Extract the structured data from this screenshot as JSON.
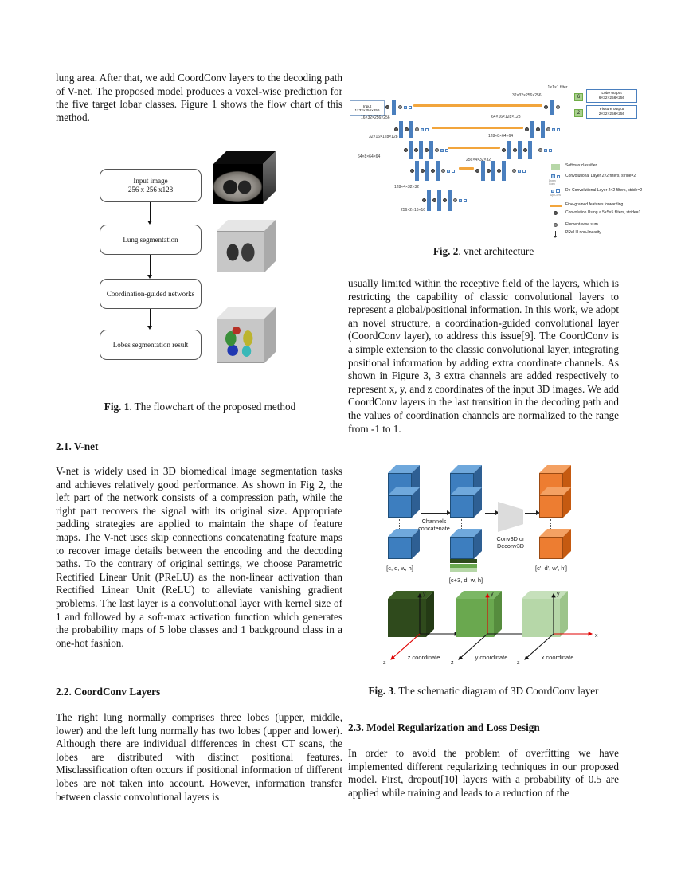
{
  "colors": {
    "figure_bar_blue": "#4a7fbe",
    "skip_connection_orange": "#f2a53c",
    "softmax_green": "#b7d7a8",
    "cube_blue": "#3d7ebf",
    "cube_orange": "#ed7d31",
    "coord_green_dark": "#2f4a1c",
    "coord_green_mid": "#6aa84f",
    "coord_green_light": "#b6d7a8",
    "axis_red": "#e00000"
  },
  "left": {
    "intro": "lung area. After that, we add CoordConv layers to the decoding path of V-net. The proposed model produces a voxel-wise prediction for the five target lobar classes. Figure 1 shows the flow chart of this method.",
    "fig1": {
      "box1_line1": "Input image",
      "box1_line2": "256 x 256 x128",
      "box2": "Lung segmentation",
      "box3": "Coordination-guided networks",
      "box4": "Lobes segmentation result",
      "caption_label": "Fig. 1",
      "caption_text": ". The flowchart of the proposed method"
    },
    "s21": {
      "heading": "2.1. V-net",
      "body": "V-net is widely used in 3D biomedical image segmentation tasks and achieves relatively good performance. As shown in Fig 2, the left part of the network consists of a compression path, while the right part recovers the signal with its original size. Appropriate padding strategies are applied to maintain the shape of feature maps. The V-net uses skip connections concatenating feature maps to recover image details between the encoding and the decoding paths. To the contrary of original settings, we choose Parametric Rectified Linear Unit (PReLU) as the non-linear activation than Rectified Linear Unit (ReLU) to alleviate vanishing gradient problems. The last layer is a convolutional layer with kernel size of 1 and followed by a soft-max activation function which generates the probability maps of 5 lobe classes and 1 background class in a one-hot fashion."
    },
    "s22": {
      "heading": "2.2. CoordConv Layers",
      "body": "The right lung normally comprises three lobes (upper, middle, lower) and the left lung normally has two lobes (upper and lower). Although there are individual differences in chest CT scans, the lobes are distributed with distinct positional features. Misclassification often occurs if positional information of different lobes are not taken into account. However, information transfer between classic convolutional layers is"
    }
  },
  "right": {
    "fig2": {
      "input_line1": "Input",
      "input_line2": "1×32×256×256",
      "enc_labels": [
        "16×32×256×256",
        "32×16×128×128",
        "64×8×64×64",
        "128×4×32×32",
        "256×2×16×16"
      ],
      "dec_labels": [
        "32×32×256×256",
        "64×16×128×128",
        "128×8×64×64",
        "256×4×32×32"
      ],
      "filter_label": "1×1×1 filter",
      "out1_badge": "6",
      "out1_title": "Lobe output",
      "out1_dims": "6×32×256×256",
      "out2_badge": "2",
      "out2_title": "Fissure output",
      "out2_dims": "2×32×256×256",
      "legend": [
        {
          "label": "Softmax classifier"
        },
        {
          "label": "Convolutional Layer 2×2 filters, stride=2",
          "sub": "Down Conv"
        },
        {
          "label": "De-Convolutional Layer 2×2 filters, stride=2",
          "sub": "Up Conv"
        },
        {
          "label": "Fine-grained features forwarding"
        },
        {
          "label": "Convolution Using a 5×5×5 filters, stride=1"
        },
        {
          "label": "Element-wise sum"
        },
        {
          "label": "PReLU non-linearity"
        }
      ],
      "caption_label": "Fig. 2",
      "caption_text": ". vnet architecture"
    },
    "para": "usually limited within the receptive field of the layers, which is restricting the capability of classic convolutional layers to represent a global/positional information. In this work, we adopt an novel structure, a coordination-guided convolutional layer (CoordConv layer), to address this issue[9]. The CoordConv is a simple extension to the classic convolutional layer, integrating positional information by adding extra coordinate channels. As shown in Figure 3, 3 extra channels are added respectively to represent x, y, and z coordinates of the input 3D images. We add CoordConv layers in the last transition in the decoding path and the values of coordination channels are normalized to the range from -1 to 1.",
    "fig3": {
      "arrow1_label": "Channels concatenate",
      "op_label": "Conv3D or Deconv3D",
      "dims1": "[c, d, w, h]",
      "dims2": "[c+3, d, w, h]",
      "dims3": "[c', d', w', h']",
      "axis_x": "x",
      "axis_y": "y",
      "axis_z": "z",
      "axes": [
        {
          "caption": "z coordinate"
        },
        {
          "caption": "y coordinate"
        },
        {
          "caption": "x coordinate"
        }
      ],
      "caption_label": "Fig. 3",
      "caption_text": ". The schematic diagram of 3D CoordConv layer"
    },
    "s23": {
      "heading": "2.3. Model Regularization and Loss Design",
      "body": "In order to avoid the problem of overfitting we have implemented different regularizing techniques in our proposed model. First, dropout[10] layers with a probability of 0.5 are applied while training and leads to a reduction of the"
    }
  }
}
